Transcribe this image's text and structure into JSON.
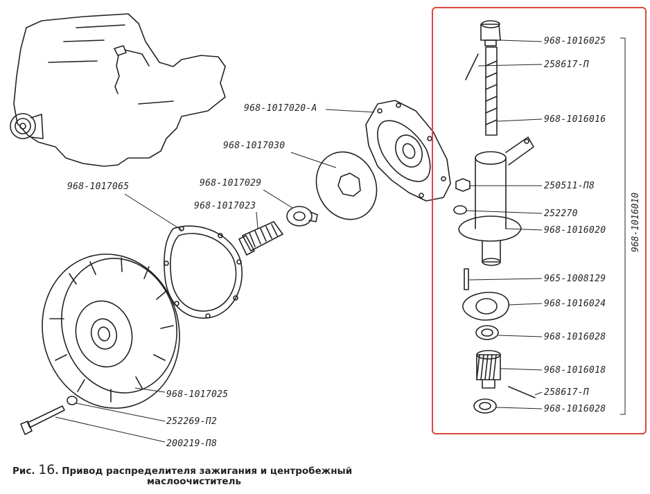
{
  "figure": {
    "caption_prefix": "Рис.",
    "caption_number": "16",
    "caption_line1": ". Привод распределителя зажигания и центробежный",
    "caption_line2": "маслоочиститель"
  },
  "highlight_color": "#d9473f",
  "callouts": {
    "c1": "968-1017020-А",
    "c2": "968-1017030",
    "c3": "968-1017029",
    "c4": "968-1017023",
    "c5": "968-1017065",
    "c6": "968-1017025",
    "c7": "252269-П2",
    "c8": "200219-П8",
    "c9": "968-1016025",
    "c10": "258617-П",
    "c11": "968-1016016",
    "c12": "250511-П8",
    "c13": "252270",
    "c14": "968-1016020",
    "c15": "965-1008129",
    "c16": "968-1016024",
    "c17": "968-1016028",
    "c18": "968-1016018",
    "c19": "258617-П",
    "c20": "968-1016028",
    "assembly": "968-1016010"
  }
}
